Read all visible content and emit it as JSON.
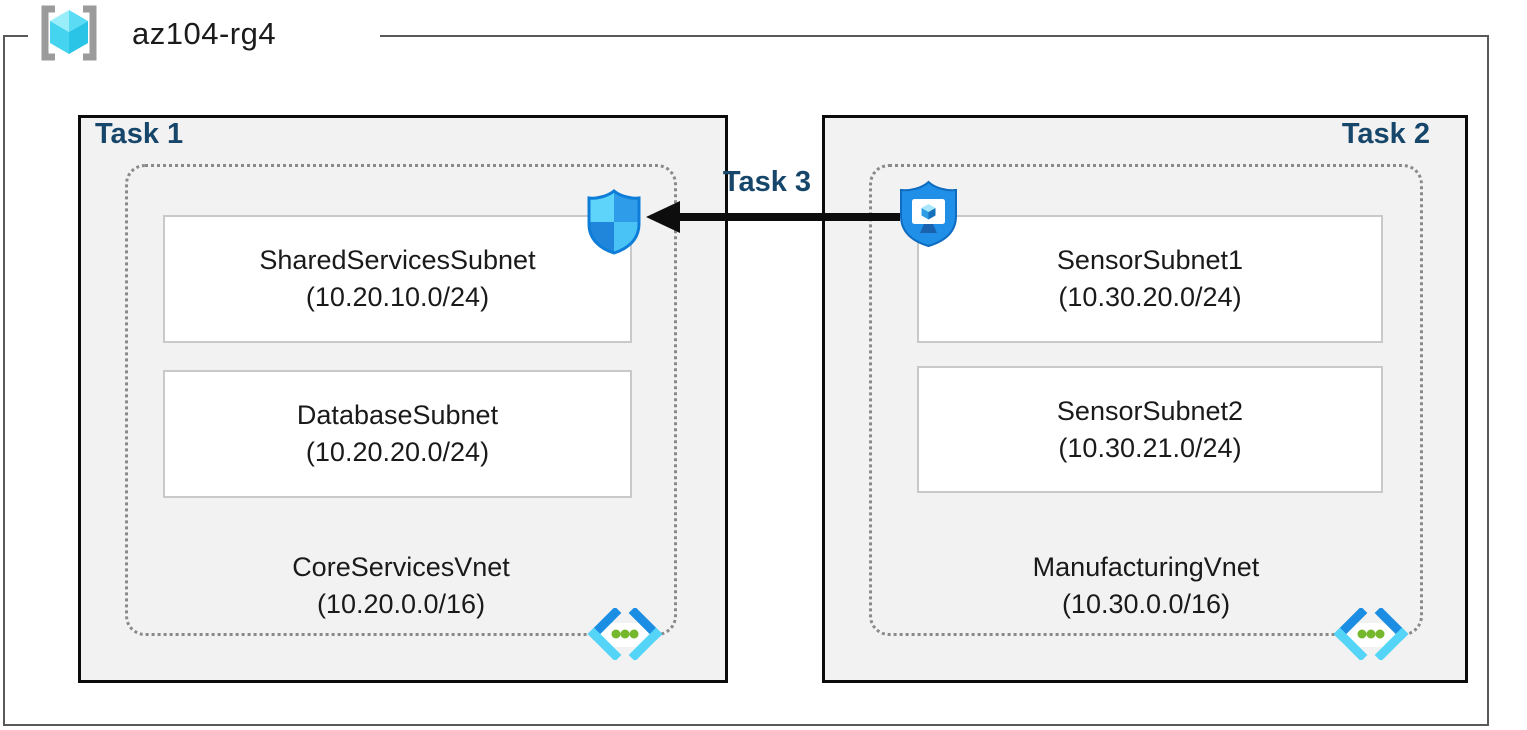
{
  "title": {
    "resource_group": "az104-rg4"
  },
  "labels": {
    "task1": "Task 1",
    "task2": "Task 2",
    "task3": "Task 3"
  },
  "vnets": [
    {
      "name": "CoreServicesVnet",
      "cidr": "(10.20.0.0/16)",
      "subnets": [
        {
          "name": "SharedServicesSubnet",
          "cidr": "(10.20.10.0/24)"
        },
        {
          "name": "DatabaseSubnet",
          "cidr": "(10.20.20.0/24)"
        }
      ]
    },
    {
      "name": "ManufacturingVnet",
      "cidr": "(10.30.0.0/16)",
      "subnets": [
        {
          "name": "SensorSubnet1",
          "cidr": "(10.30.20.0/24)"
        },
        {
          "name": "SensorSubnet2",
          "cidr": "(10.30.21.0/24)"
        }
      ]
    }
  ],
  "icons": {
    "resource_group": "resource-group-icon",
    "left_shield": "network-security-group-icon",
    "right_shield": "bastion-shield-monitor-icon",
    "vnet": "virtual-network-icon"
  },
  "colors": {
    "task_label": "#17466B",
    "box_fill": "#F2F2F2",
    "box_border": "#000000",
    "frame_border": "#595959",
    "dotted_border": "#8A8A8A",
    "subnet_border": "#C9C9C9",
    "arrow": "#0D0D0D",
    "azure_blue": "#1B8DE2",
    "azure_cyan": "#54D5F8",
    "green_dot": "#76B82D"
  }
}
